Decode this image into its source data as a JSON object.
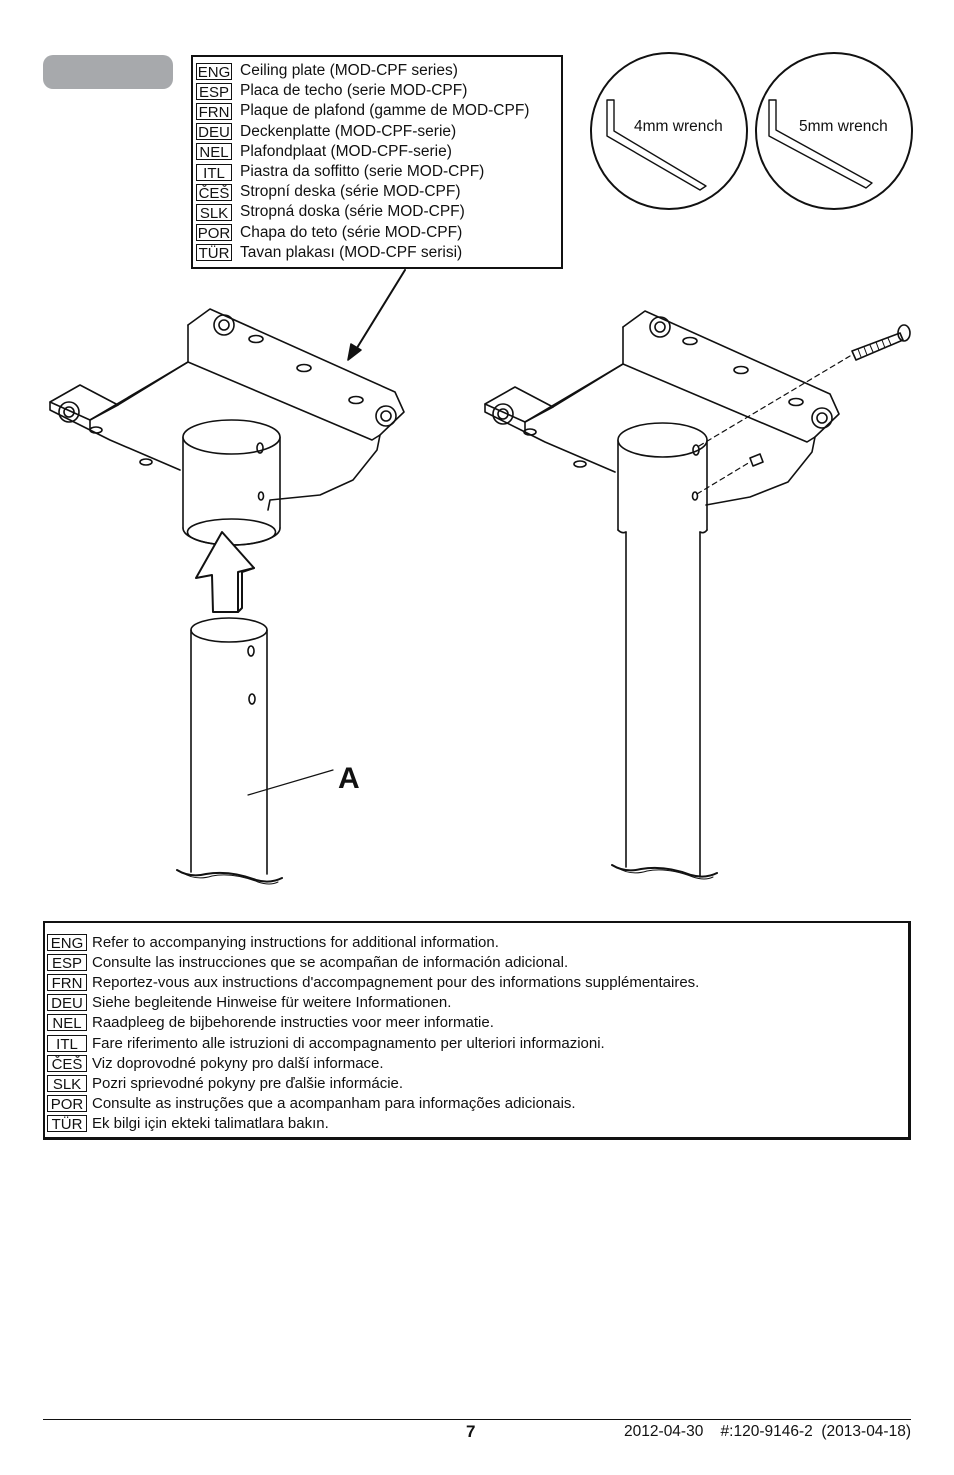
{
  "part_legend": [
    {
      "code": "ENG",
      "text": "Ceiling plate (MOD-CPF series)"
    },
    {
      "code": "ESP",
      "text": "Placa de techo (serie MOD-CPF)"
    },
    {
      "code": "FRN",
      "text": "Plaque de plafond (gamme de MOD-CPF)"
    },
    {
      "code": "DEU",
      "text": "Deckenplatte (MOD-CPF-serie)"
    },
    {
      "code": "NEL",
      "text": "Plafondplaat (MOD-CPF-serie)"
    },
    {
      "code": "ITL",
      "text": "Piastra da soffitto (serie MOD-CPF)"
    },
    {
      "code": "ČEŠ",
      "text": "Stropní deska (série MOD-CPF)"
    },
    {
      "code": "SLK",
      "text": "Stropná doska (série MOD-CPF)"
    },
    {
      "code": "POR",
      "text": "Chapa do teto (série MOD-CPF)"
    },
    {
      "code": "TÜR",
      "text": "Tavan plakası (MOD-CPF serisi)"
    }
  ],
  "tools": {
    "wrench_4mm": "4mm wrench",
    "wrench_5mm": "5mm wrench"
  },
  "part_label": "A",
  "notes": [
    {
      "code": "ENG",
      "text": "Refer to accompanying instructions for additional information."
    },
    {
      "code": "ESP",
      "text": "Consulte las instrucciones que se acompañan de información adicional."
    },
    {
      "code": "FRN",
      "text": "Reportez-vous aux instructions d'accompagnement pour des informations supplémentaires."
    },
    {
      "code": "DEU",
      "text": "Siehe begleitende Hinweise für weitere Informationen."
    },
    {
      "code": "NEL",
      "text": "Raadpleeg de bijbehorende instructies voor meer informatie."
    },
    {
      "code": "ITL",
      "text": "Fare riferimento alle istruzioni di accompagnamento per ulteriori informazioni."
    },
    {
      "code": "ČEŠ",
      "text": "Viz doprovodné pokyny pro další informace."
    },
    {
      "code": "SLK",
      "text": "Pozri sprievodné pokyny pre ďalšie informácie."
    },
    {
      "code": "POR",
      "text": "Consulte as instruções que a acompanham para informações adicionais."
    },
    {
      "code": "TÜR",
      "text": "Ek bilgi için ekteki talimatlara bakın."
    }
  ],
  "footer": {
    "page_number": "7",
    "doc_id": "2012-04-30    #:120-9146-2  (2013-04-18)"
  },
  "colors": {
    "ink": "#111111",
    "step_pill": "#a7a9ac"
  }
}
